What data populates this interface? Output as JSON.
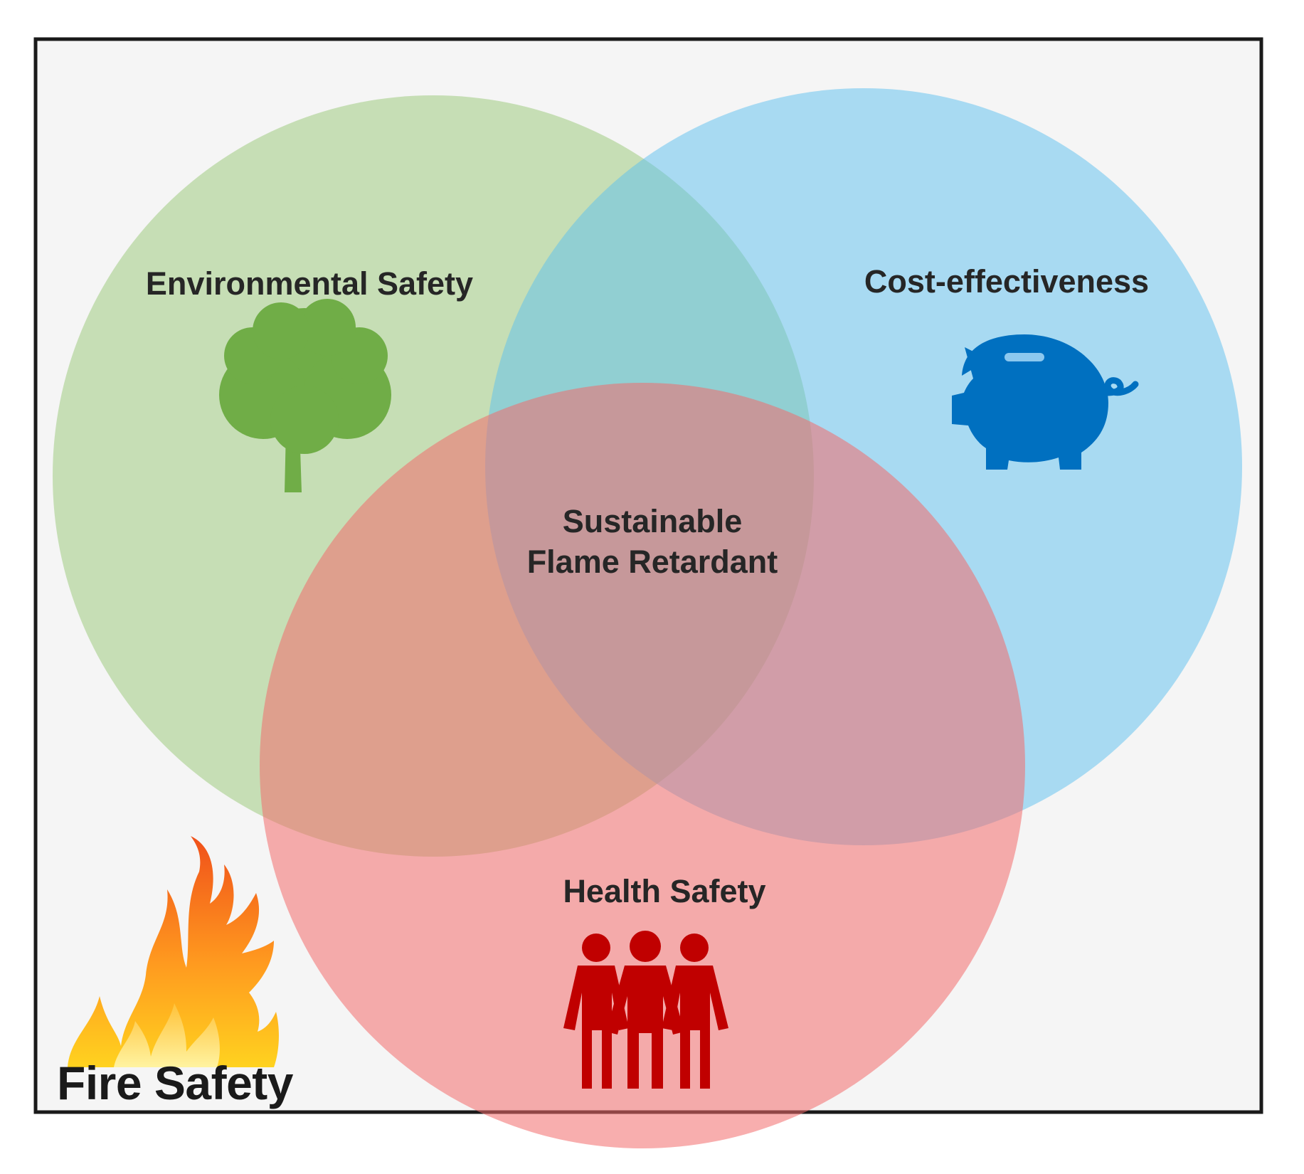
{
  "diagram": {
    "sets": {
      "environmental": {
        "label": "Environmental Safety",
        "icon": "tree-icon",
        "color": "#a9d18e",
        "icon_color": "#70ad47"
      },
      "cost": {
        "label": "Cost-effectiveness",
        "icon": "piggy-bank-icon",
        "color": "#5bc0f0",
        "icon_color": "#0070c0"
      },
      "health": {
        "label": "Health Safety",
        "icon": "people-group-icon",
        "color": "#f26b6b",
        "icon_color": "#c00000"
      }
    },
    "center": {
      "line1": "Sustainable",
      "line2": "Flame Retardant"
    },
    "fire": {
      "label": "Fire Safety",
      "icon": "flame-icon"
    },
    "colors": {
      "background": "#f5f5f5",
      "frame": "#1a1a1a",
      "text": "#262626"
    }
  }
}
